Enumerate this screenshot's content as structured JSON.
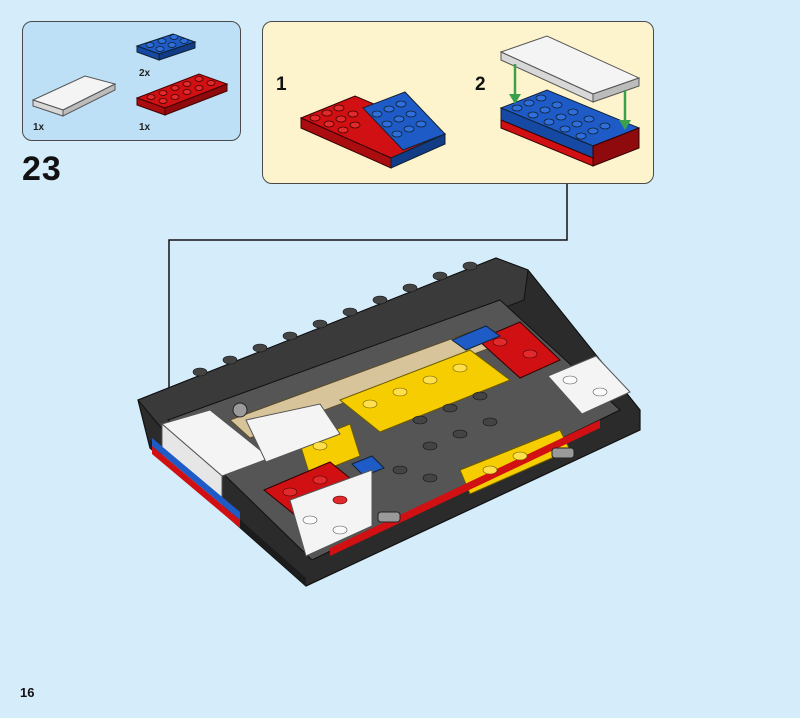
{
  "parts_list": {
    "items": [
      {
        "name": "white-tile",
        "qty": "1x",
        "color": "#f4f4f4"
      },
      {
        "name": "blue-plate",
        "qty": "2x",
        "color": "#1e5bc6"
      },
      {
        "name": "red-plate",
        "qty": "1x",
        "color": "#d01012"
      }
    ]
  },
  "step_number": "23",
  "sub_steps": [
    {
      "label": "1"
    },
    {
      "label": "2"
    }
  ],
  "page_number": "16",
  "colors": {
    "background": "#d5ecfa",
    "parts_box": "#bde0f7",
    "sub_box": "#fdf4ce",
    "red": "#d01012",
    "blue": "#1e5bc6",
    "yellow": "#f5cd00",
    "black": "#2b2b2b",
    "tan": "#d8c49a",
    "grey": "#6a6a6a",
    "white": "#f4f4f4",
    "arrow_green": "#3aa14a"
  }
}
